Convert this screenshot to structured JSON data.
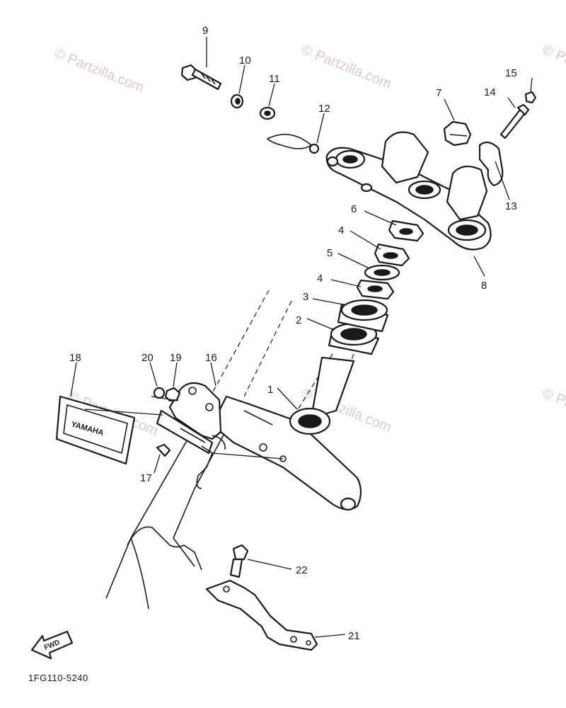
{
  "diagram": {
    "part_numbers": [
      "1",
      "2",
      "3",
      "4",
      "4",
      "5",
      "6",
      "7",
      "8",
      "9",
      "10",
      "11",
      "12",
      "13",
      "14",
      "15",
      "16",
      "17",
      "18",
      "19",
      "20",
      "21",
      "22"
    ],
    "watermark": "© Partzilla.com",
    "fwd_label": "FWD",
    "emblem_label": "YAMAHA",
    "diagram_code": "1FG110-5240"
  }
}
